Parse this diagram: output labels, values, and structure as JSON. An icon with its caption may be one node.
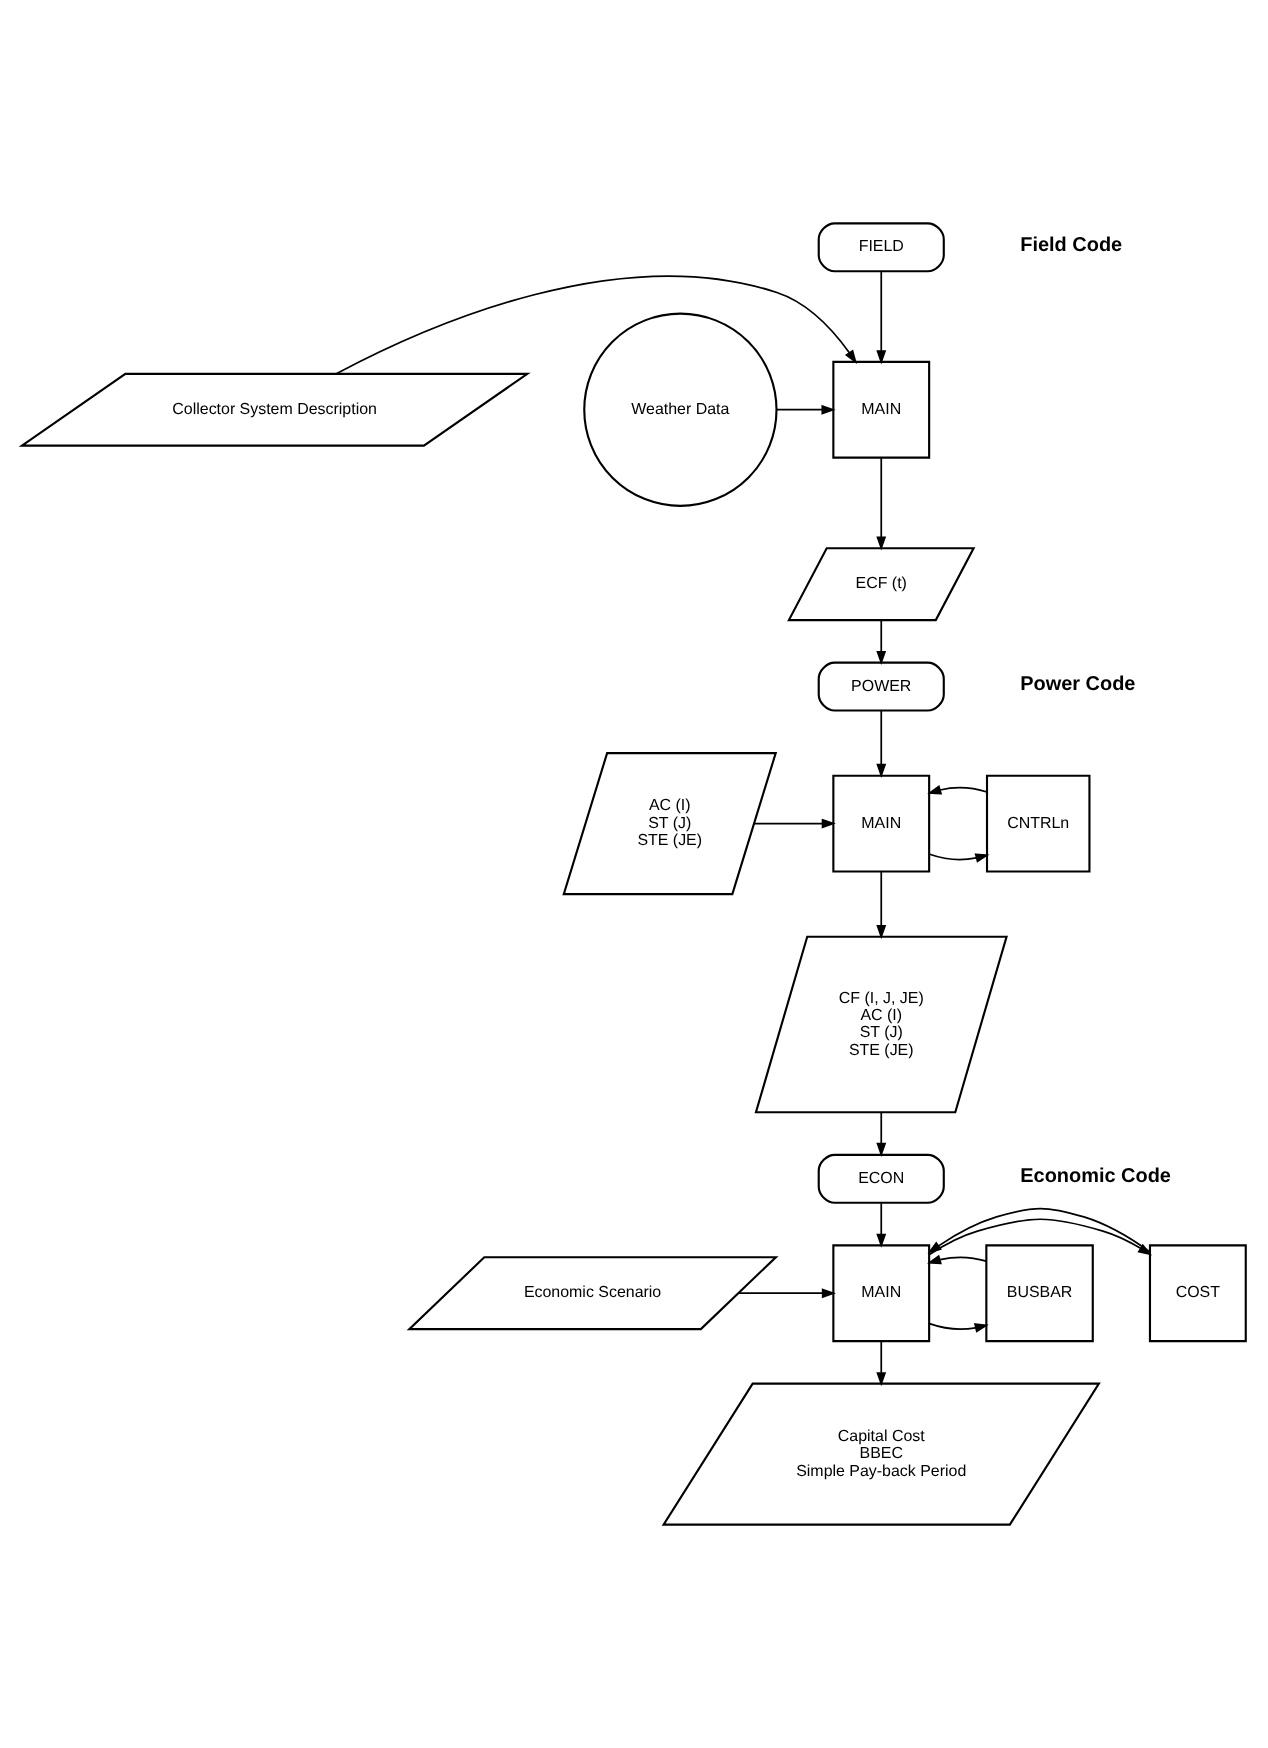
{
  "diagram": {
    "nodes": [
      {
        "text": [
          "FIELD"
        ]
      },
      {
        "text": [
          "Collector System Description"
        ]
      },
      {
        "text": [
          "MAIN"
        ]
      },
      {
        "text": [
          "Weather Data"
        ]
      },
      {
        "text": [
          "ECF (t)"
        ]
      },
      {
        "text": [
          "POWER"
        ]
      },
      {
        "text": [
          "AC (I)",
          "ST (J)",
          "STE (JE)"
        ]
      },
      {
        "text": [
          "MAIN"
        ]
      },
      {
        "text": [
          "CNTRLn"
        ]
      },
      {
        "text": [
          "CF (I, J, JE)",
          "AC (I)",
          "ST (J)",
          "STE (JE)"
        ]
      },
      {
        "text": [
          "ECON"
        ]
      },
      {
        "text": [
          "Economic Scenario"
        ]
      },
      {
        "text": [
          "MAIN"
        ]
      },
      {
        "text": [
          "COST"
        ]
      },
      {
        "text": [
          "BUSBAR"
        ]
      },
      {
        "text": [
          "Capital Cost",
          "BBEC",
          "Simple Pay-back Period"
        ]
      }
    ],
    "edges": [
      {
        "from": 0,
        "to": 2,
        "arrow": "to"
      },
      {
        "from": 1,
        "to": 2,
        "arrow": "to"
      },
      {
        "from": 3,
        "to": 2,
        "arrow": "to"
      },
      {
        "from": 2,
        "to": 4,
        "arrow": "to"
      },
      {
        "from": 4,
        "to": 5,
        "arrow": "to"
      },
      {
        "from": 5,
        "to": 7,
        "arrow": "to"
      },
      {
        "from": 6,
        "to": 7,
        "arrow": "to"
      },
      {
        "from": 7,
        "to": 8,
        "arrow": "to"
      },
      {
        "from": 8,
        "to": 7,
        "arrow": "to"
      },
      {
        "from": 7,
        "to": 9,
        "arrow": "to"
      },
      {
        "from": 9,
        "to": 10,
        "arrow": "to"
      },
      {
        "from": 10,
        "to": 12,
        "arrow": "to"
      },
      {
        "from": 11,
        "to": 12,
        "arrow": "to"
      },
      {
        "from": 12,
        "to": 13,
        "arrow": "to"
      },
      {
        "from": 13,
        "to": 12,
        "arrow": "to"
      },
      {
        "from": 12,
        "to": 14,
        "arrow": "to"
      },
      {
        "from": 14,
        "to": 12,
        "arrow": "to"
      },
      {
        "from": 12,
        "to": 15,
        "arrow": "to"
      }
    ],
    "labels": [
      "Field Code",
      "Power Code",
      "Economic Code"
    ]
  }
}
